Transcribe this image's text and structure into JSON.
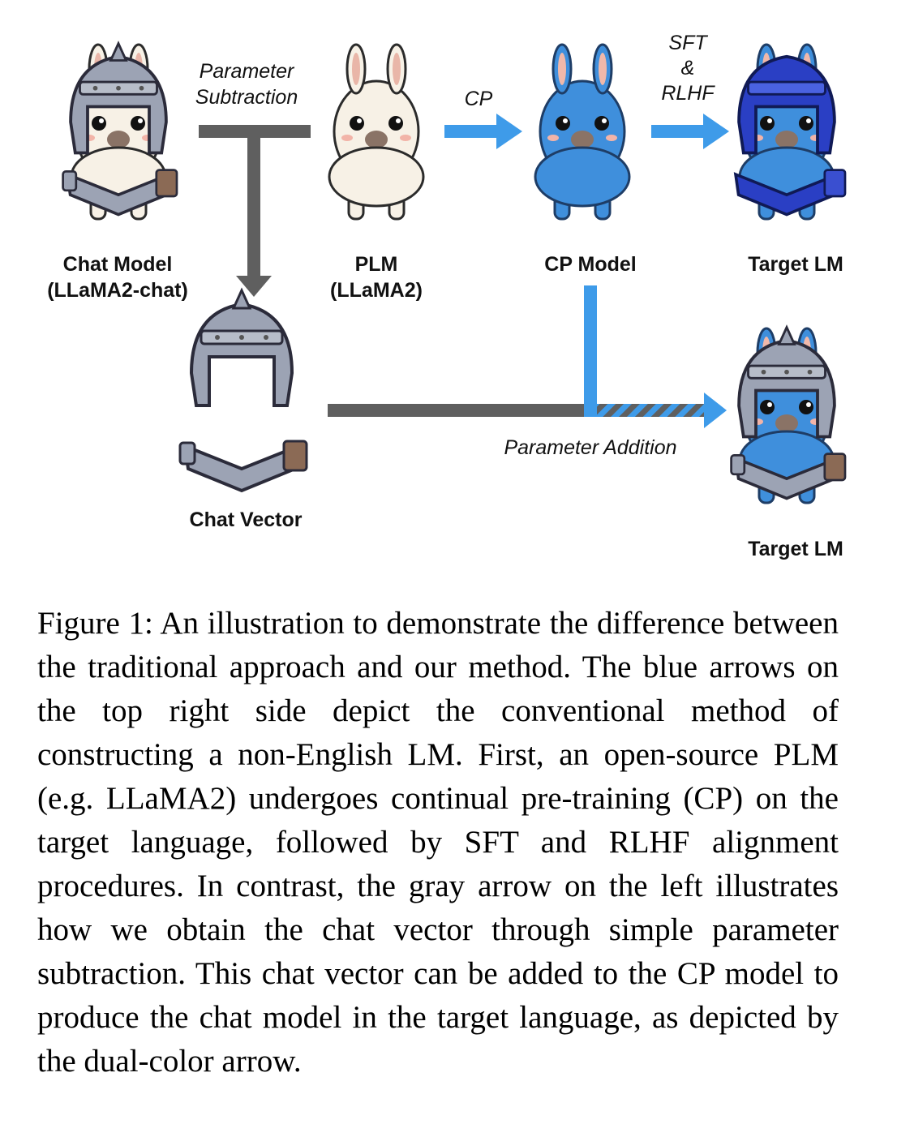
{
  "figure": {
    "nodes": {
      "chat_model": {
        "title": "Chat Model",
        "subtitle": "(LLaMA2-chat)"
      },
      "plm": {
        "title": "PLM",
        "subtitle": "(LLaMA2)"
      },
      "cp_model": {
        "title": "CP Model"
      },
      "target_lm_top": {
        "title": "Target LM"
      },
      "chat_vector": {
        "title": "Chat Vector"
      },
      "target_lm_bottom": {
        "title": "Target LM"
      }
    },
    "edges": {
      "parameter_subtraction": {
        "line1": "Parameter",
        "line2": "Subtraction"
      },
      "cp": {
        "label": "CP"
      },
      "sft_rlhf": {
        "line1": "SFT",
        "line2": "&",
        "line3": "RLHF"
      },
      "parameter_addition": {
        "label": "Parameter Addition"
      }
    },
    "colors": {
      "gray_arrow": "#5f5f5f",
      "blue_arrow": "#3e9be9",
      "llama_white": "#f7f1e6",
      "llama_blue": "#3f8fdc",
      "armor": "#9ca3b4"
    }
  },
  "caption": {
    "text": "Figure 1: An illustration to demonstrate the difference between the traditional approach and our method. The blue arrows on the top right side depict the conventional method of constructing a non-English LM. First, an open-source PLM (e.g. LLaMA2) undergoes continual pre-training (CP) on the target language, followed by SFT and RLHF alignment procedures. In contrast, the gray arrow on the left illustrates how we obtain the chat vector through simple parameter subtraction. This chat vector can be added to the CP model to produce the chat model in the target language, as depicted by the dual-color arrow."
  }
}
